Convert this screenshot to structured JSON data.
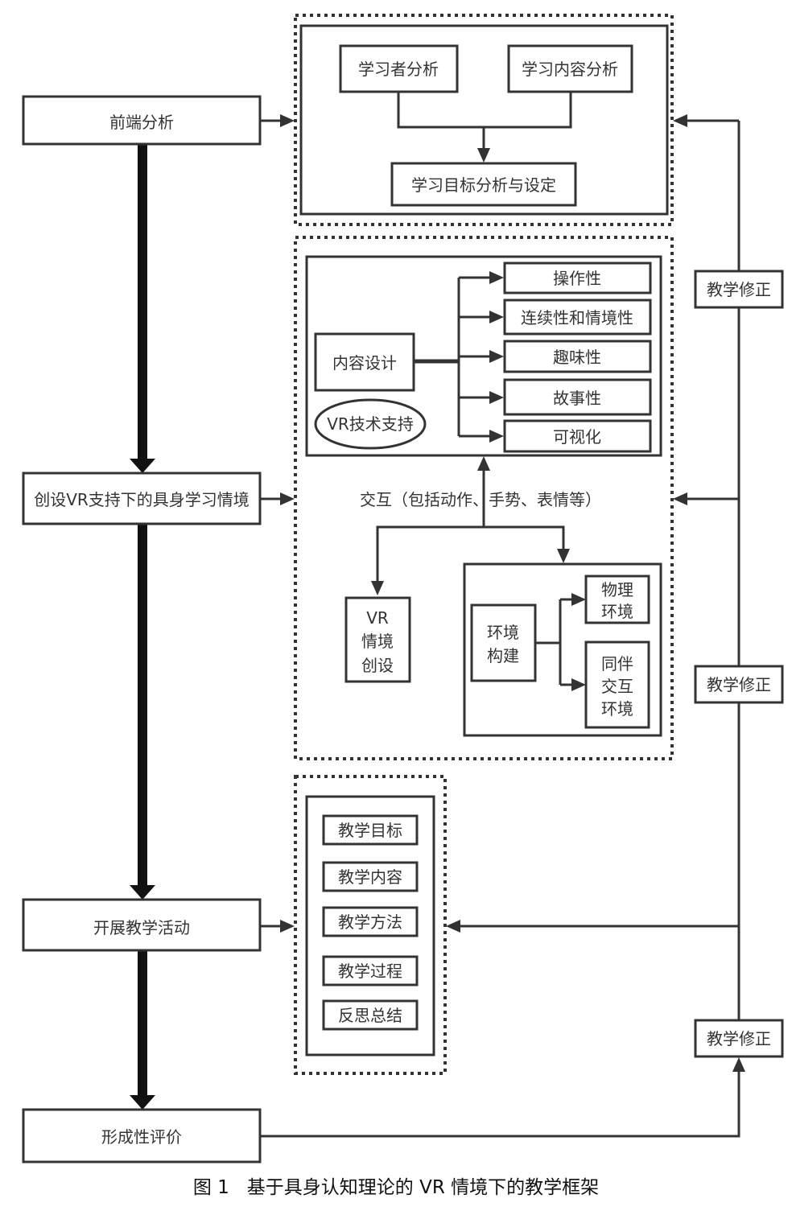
{
  "figure": {
    "caption": "图 1   基于具身认知理论的 VR 情境下的教学框架",
    "colors": {
      "stroke": "#333333",
      "main_flow": "#111111",
      "background": "#ffffff"
    }
  },
  "main_flow": {
    "steps": [
      {
        "label": "前端分析"
      },
      {
        "label": "创设VR支持下的具身学习情境"
      },
      {
        "label": "开展教学活动"
      },
      {
        "label": "形成性评价"
      }
    ]
  },
  "front_end_analysis": {
    "learner_analysis": "学习者分析",
    "content_analysis": "学习内容分析",
    "objective_setting": "学习目标分析与设定"
  },
  "situation_design": {
    "content_design": "内容设计",
    "vr_support": "VR技术支持",
    "properties": [
      "操作性",
      "连续性和情境性",
      "趣味性",
      "故事性",
      "可视化"
    ],
    "interaction_label": "交互（包括动作、手势、表情等）",
    "vr_creation": [
      "VR",
      "情境",
      "创设"
    ],
    "env_build": [
      "环境",
      "构建"
    ],
    "physical_env": [
      "物理",
      "环境"
    ],
    "peer_env": [
      "同伴",
      "交互",
      "环境"
    ]
  },
  "teaching_activity": {
    "items": [
      "教学目标",
      "教学内容",
      "教学方法",
      "教学过程",
      "反思总结"
    ]
  },
  "feedback": {
    "correction_label": "教学修正"
  }
}
